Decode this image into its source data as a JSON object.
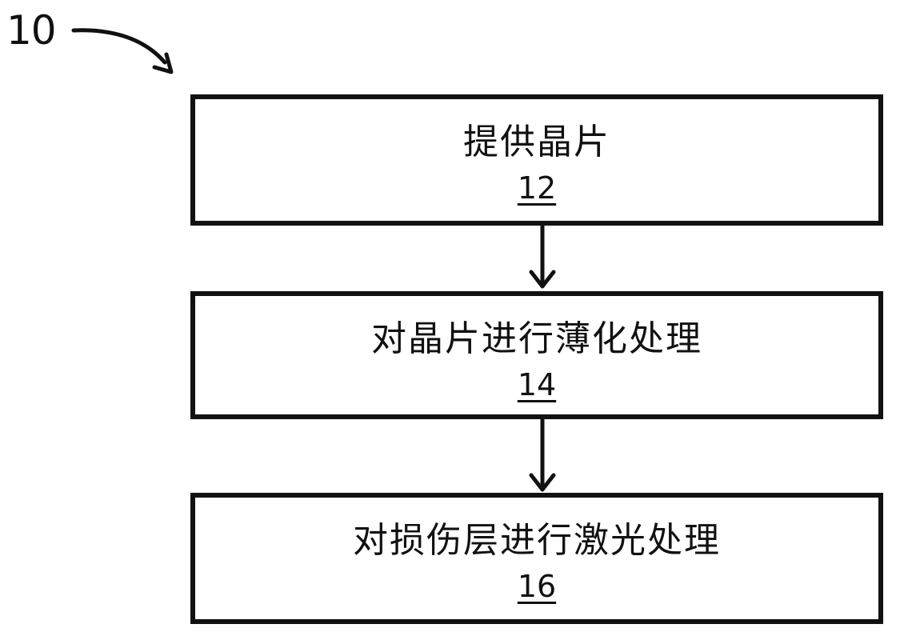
{
  "figure": {
    "reference_numeral": "10"
  },
  "steps": [
    {
      "label": "提供晶片",
      "number": "12"
    },
    {
      "label": "对晶片进行薄化处理",
      "number": "14"
    },
    {
      "label": "对损伤层进行激光处理",
      "number": "16"
    }
  ],
  "colors": {
    "stroke": "#111111",
    "background": "#ffffff"
  }
}
